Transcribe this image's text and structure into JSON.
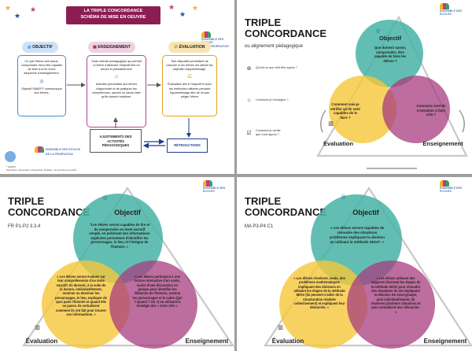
{
  "slide1": {
    "title_line1": "LA TRIPLE CONCORDANCE",
    "title_line2": "SCHÉMA DE MISE EN OEUVRE",
    "pills": {
      "objectif": "OBJECTIF",
      "enseignement": "ENSEIGNEMENT",
      "evaluation": "ÉVALUATION"
    },
    "box_objectif": {
      "p1": "Ce que l'élève doit savoir, comprendre et/ou être capable de faire à la fin d'une séquence d'enseignement.",
      "p2": "Objectif SMART* communiqué aux élèves."
    },
    "box_enseignement": {
      "p1": "Toute activité pédagogique qui permet à l'élève d'atteindre l'objectif fixé en amont et préalablement",
      "p2": "Activités permettant aux élèves d'apprendre et de pratiquer les compétences, savoirs ou savoir-faire qu'ils doivent maîtriser."
    },
    "box_evaluation": {
      "p1": "Tout dispositif permettant de mesurer si les élèves ont atteint les objectifs d'apprentissage.",
      "p2": "Évaluation liée à l'objectif et avec les méthodes utilisées pendant l'apprentissage afin de ne pas piéger l'élève"
    },
    "ajustements": "AJUSTEMENTS DES ACTIVITÉS PÉDAGOGIQUES",
    "retroactions": "RÉTROACTIONS",
    "footnote_line1": "* SMART :",
    "footnote_line2": "Spécifique, Mesurable, Atteignable, Réaliste, Temporellement défini"
  },
  "slide2": {
    "title_line1": "TRIPLE",
    "title_line2": "CONCORDANCE",
    "subtitle": "ou alignement pédagogique",
    "labels": {
      "objectif": "Objectif",
      "evaluation": "Évaluation",
      "enseignement": "Enseignement"
    },
    "circle_objectif": "Que doivent savoir, comprendre, être capable de faire les élèves ?",
    "circle_evaluation": "Comment vais-je vérifier qu'ils sont capables de le faire ?",
    "circle_enseignement": "Comment vont-ils s'entraîner à faire cela ?",
    "legend": [
      "Qu'est-ce que doit être appris ?",
      "Comment je l'enseigne ?",
      "Comment je vérifie que c'est appris ?"
    ]
  },
  "slide3": {
    "title_line1": "TRIPLE",
    "title_line2": "CONCORDANCE",
    "subtitle": "FR P1-P2 3.3.4",
    "labels": {
      "objectif": "Objectif",
      "evaluation": "Évaluation",
      "enseignement": "Enseignement"
    },
    "circle_objectif": "\"Les élèves seront capables de lire et de comprendre un texte narratif simple, en prélevant des informations explicites permettant d'identifier les personnages, le lieu, et l'intrigue de l'histoire. »",
    "circle_evaluation": "« Les élèves seront évalués sur leur compréhension d'un texte narratif. Ils devront, à la suite de la lecture, individuellement, nommer ou dessiner les personnages, le lieu, expliquer de quoi parle l'histoire et quand elle se passe. Ils verbalisent comment ils ont fait pour trouver ces informations. »",
    "circle_enseignement": "« Les élèves participent à une lecture interactive d'un conte, suivie d'une discussion en groupe pour identifier les éléments de l'histoire, comme les personnages et le cadre (Qui ? Quand ? Où ?) en utilisant la stratégie des « mots clés »."
  },
  "slide4": {
    "title_line1": "TRIPLE",
    "title_line2": "CONCORDANCE",
    "subtitle": "MA P3-P4 C1",
    "labels": {
      "objectif": "Objectif",
      "evaluation": "Évaluation",
      "enseignement": "Enseignement"
    },
    "circle_objectif": "« Les élèves seront capables de résoudre des situations problèmes impliquant la division en utilisant la méthode SEAV*. »",
    "circle_evaluation": "« Les élèves résolvent, seuls, des problèmes mathématiques impliquant des divisions en utilisant les étapes de la méthode SEAV (ils peuvent s'aider de la structuration réalisée collectivement) et expliquent leur démarche. »",
    "circle_enseignement": "« Les élèves utilisent des supports illustrant les étapes de la méthode SEAV pour résoudre des situations de vie impliquant la division. En sous-groupe, puis individuellement, ils résolvent plusieurs situations et puis verbalisent leur démarche. »"
  },
  "logo_text_line1": "ENSEMBLE DES ÉCOLES",
  "logo_text_line2": "DE LA FÉDÉRATION",
  "colors": {
    "teal": "#46b3a5",
    "yellow": "#f6c73a",
    "plum": "#a73c7e",
    "maroon": "#8b1d52",
    "blue_border": "#3f8fd4",
    "plum_border": "#b1488e",
    "orange_border": "#e6a21c"
  }
}
